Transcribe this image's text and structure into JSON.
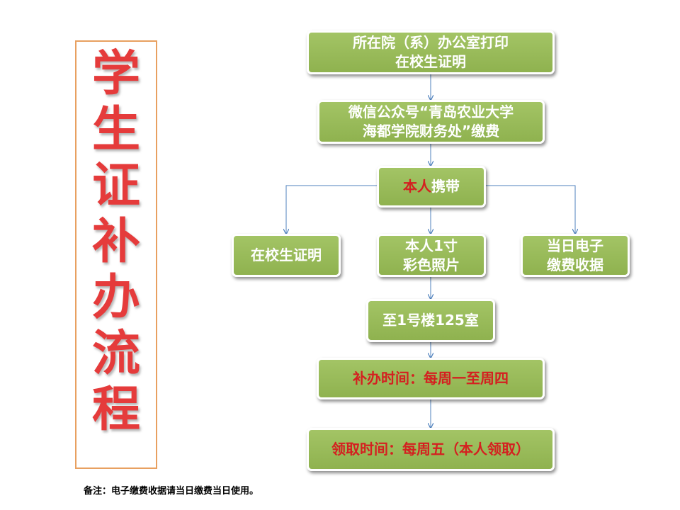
{
  "title_chars": [
    "学",
    "生",
    "证",
    "补",
    "办",
    "流",
    "程"
  ],
  "steps": {
    "print_proof": [
      "所在院（系）办公室打印",
      "在校生证明"
    ],
    "wechat_pay": [
      "微信公众号“青岛农业大学",
      "海都学院财务处”缴费"
    ],
    "bring": {
      "highlight": "本人",
      "rest": "携带"
    },
    "item_proof": "在校生证明",
    "item_photo": [
      "本人1寸",
      "彩色照片"
    ],
    "item_receipt": [
      "当日电子",
      "缴费收据"
    ],
    "room": "至1号楼125室",
    "reissue_time": "补办时间：每周一至周四",
    "pickup_time": "领取时间：每周五（本人领取）"
  },
  "note": "备注：电子缴费收据请当日缴费当日使用。",
  "colors": {
    "box_fill": "#9bbb59",
    "title_red": "#e53b3b",
    "time_red": "#d42020",
    "frame": "#e8a060",
    "connector": "#4f81bd"
  }
}
